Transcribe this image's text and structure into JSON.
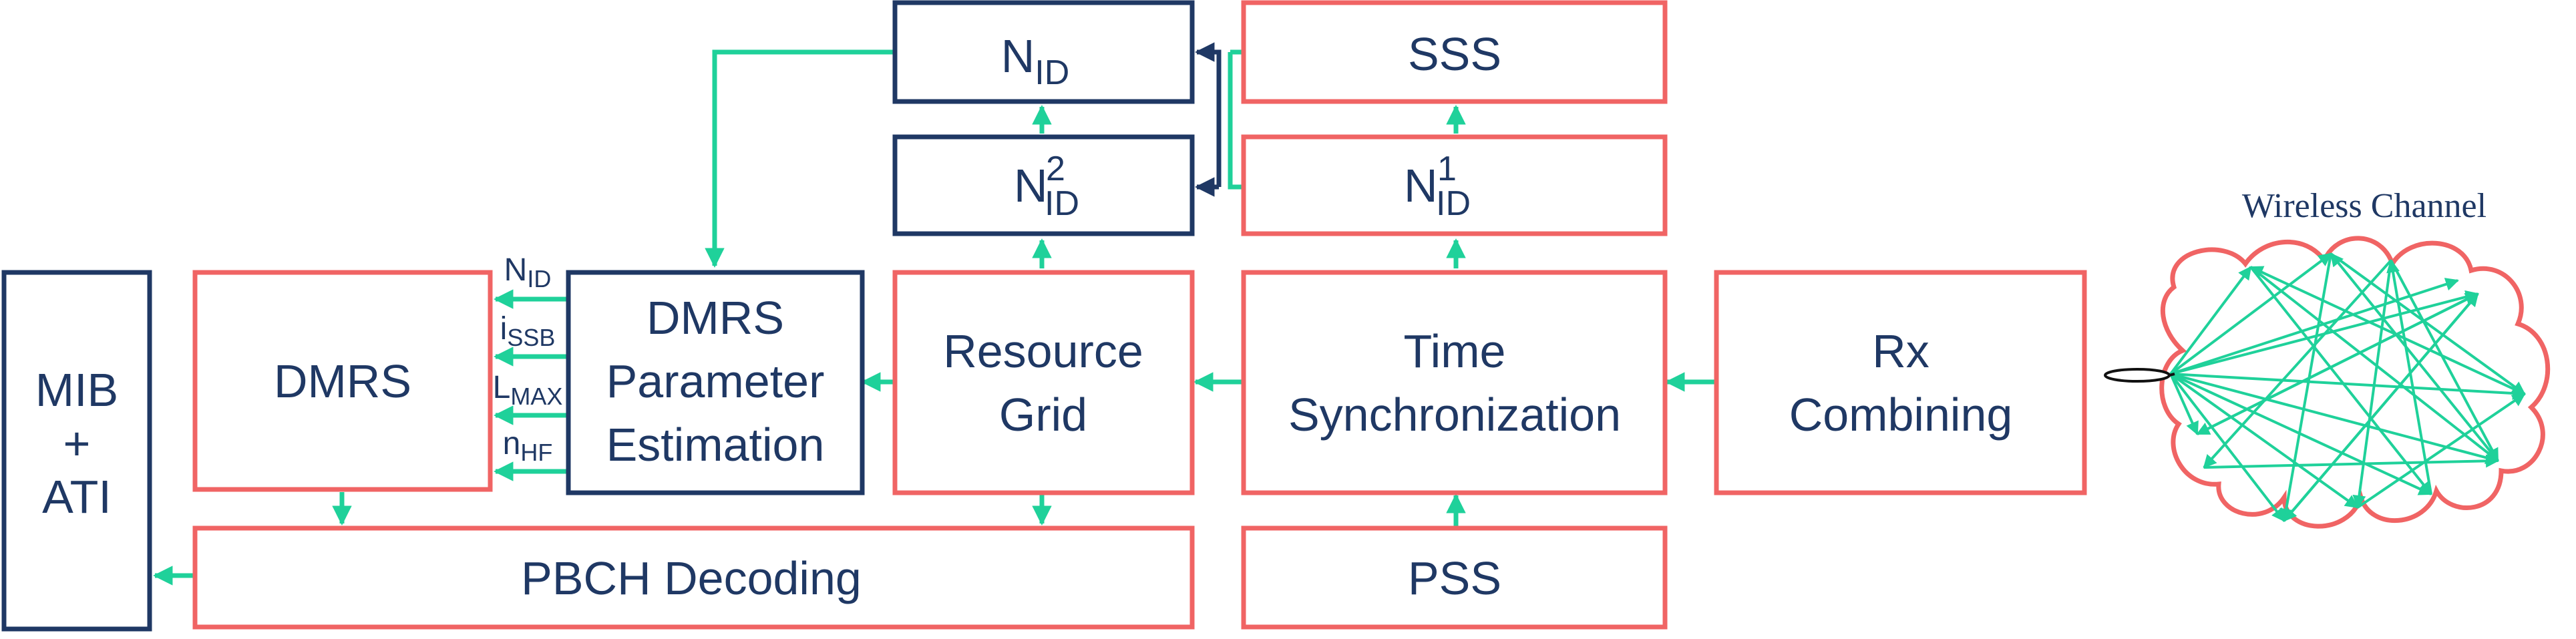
{
  "colors": {
    "red_box": "#f06464",
    "navy_box": "#1f3864",
    "arrow": "#1fd19a",
    "dark_arrow": "#1f3864",
    "text": "#1f3864"
  },
  "blocks": {
    "nid": {
      "base": "N",
      "sub": "ID"
    },
    "sss": "SSS",
    "nid2": {
      "base": "N",
      "sup": "2",
      "sub": "ID"
    },
    "nid1": {
      "base": "N",
      "sup": "1",
      "sub": "ID"
    },
    "mib_ati": {
      "line1": "MIB",
      "line2": "+",
      "line3": "ATI"
    },
    "dmrs": "DMRS",
    "dmrs_param": {
      "line1": "DMRS",
      "line2": "Parameter",
      "line3": "Estimation"
    },
    "resource_grid": {
      "line1": "Resource",
      "line2": "Grid"
    },
    "time_sync": {
      "line1": "Time",
      "line2": "Synchronization"
    },
    "rx_combining": {
      "line1": "Rx",
      "line2": "Combining"
    },
    "pbch": "PBCH Decoding",
    "pss": "PSS"
  },
  "dmrs_params": [
    {
      "base": "N",
      "sub": "ID"
    },
    {
      "base": "i",
      "sub": "SSB"
    },
    {
      "base": "L",
      "sub": "MAX"
    },
    {
      "base": "n",
      "sub": "HF"
    }
  ],
  "channel": {
    "title": "Wireless Channel"
  }
}
